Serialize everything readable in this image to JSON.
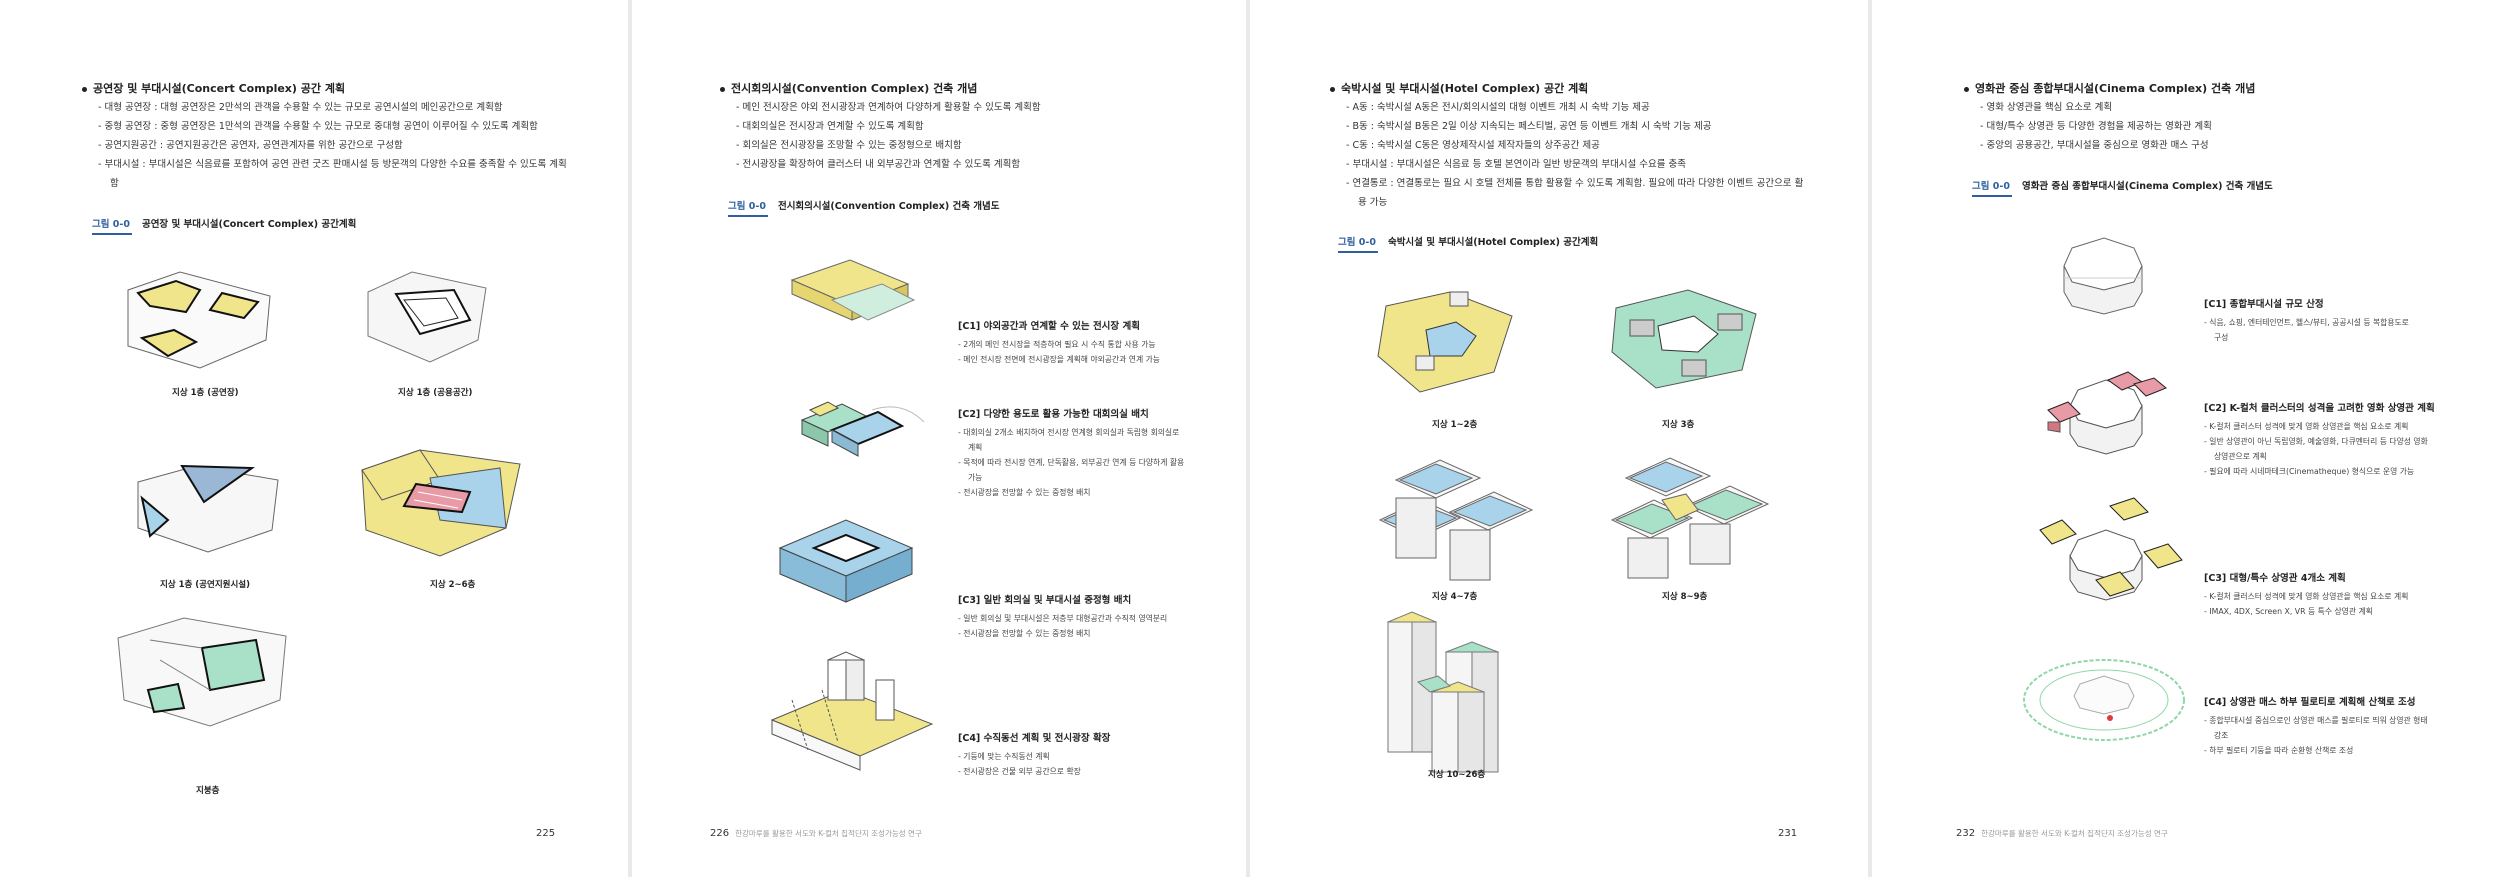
{
  "page1": {
    "section_title": "공연장 및 부대시설(Concert Complex) 공간 계획",
    "bullets": [
      "대형 공연장 : 대형 공연장은 2만석의 관객을 수용할 수 있는 규모로 공연시설의 메인공간으로 계획함",
      "중형 공연장 : 중형 공연장은 1만석의 관객을 수용할 수 있는 규모로 중대형 공연이 이루어질 수 있도록 계획함",
      "공연지원공간 : 공연지원공간은 공연자, 공연관계자를 위한 공간으로 구성함",
      "부대시설 : 부대시설은 식음료를 포함하여 공연 관련 굿즈 판매시설 등 방문객의 다양한 수요를 충족할 수 있도록 계획함"
    ],
    "figure_tag": "그림 0-0",
    "figure_title": "공연장 및 부대시설(Concert Complex) 공간계획",
    "captions": [
      "지상 1층 (공연장)",
      "지상 1층 (공용공간)",
      "지상 1층 (공연지원시설)",
      "지상 2~6층",
      "지붕층"
    ],
    "page_number": "225"
  },
  "page2": {
    "section_title": "전시회의시설(Convention Complex) 건축 개념",
    "bullets": [
      "메인 전시장은 야외 전시광장과 연계하여 다양하게 활용할 수 있도록 계획함",
      "대회의실은 전시장과 연계할 수 있도록 계획함",
      "회의실은 전시광장을 조망할 수 있는 중정형으로 배치함",
      "전시광장을 확장하여 클러스터 내 외부공간과 연계할 수 있도록 계획함"
    ],
    "figure_tag": "그림 0-0",
    "figure_title": "전시회의시설(Convention Complex) 건축 개념도",
    "steps": [
      {
        "head": "[C1] 야외공간과 연계할 수 있는 전시장 계획",
        "items": [
          "2개의 메인 전시장을 적층하여 필요 시 수직 통합 사용 가능",
          "메인 전시장 전면에 전시광장을 계획해 야외공간과 연계 가능"
        ]
      },
      {
        "head": "[C2] 다양한 용도로 활용 가능한 대회의실 배치",
        "items": [
          "대회의실 2개소 배치하여 전시장 연계형 회의실과 독립형 회의실로 계획",
          "목적에 따라 전시장 연계, 단독활용, 외부공간 연계 등 다양하게 활용 가능",
          "전시광장을 전망할 수 있는 중정형 배치"
        ]
      },
      {
        "head": "[C3] 일반 회의실 및 부대시설 중정형 배치",
        "items": [
          "일반 회의실 및 부대시설은 저층부 대형공간과 수직적 영역분리",
          "전시광장을 전망할 수 있는 중정형 배치"
        ]
      },
      {
        "head": "[C4] 수직동선 계획 및 전시광장 확장",
        "items": [
          "기둥에 맞는 수직동선 계획",
          "전시광장은 건물 외부 공간으로 확장"
        ]
      }
    ],
    "footer_number": "226",
    "footer_text": "한강마루를 활용한 서도와 K-컬처 집적단지 조성가능성 연구"
  },
  "page3": {
    "section_title": "숙박시설 및 부대시설(Hotel Complex) 공간 계획",
    "bullets": [
      "A동 : 숙박시설 A동은 전시/회의시설의 대형 이벤트 개최 시 숙박 기능 제공",
      "B동 : 숙박시설 B동은 2일 이상 지속되는 페스티벌, 공연 등 이벤트 개최 시 숙박 기능 제공",
      "C동 : 숙박시설 C동은 영상제작시설 제작자들의 상주공간 제공",
      "부대시설 : 부대시설은 식음료 등 호텔 본연이라 일반 방문객의 부대시설 수요를 충족",
      "연결통로 : 연결통로는 필요 시 호텔 전체를 통합 활용할 수 있도록 계획함. 필요에 따라 다양한 이벤트 공간으로 활용 가능"
    ],
    "figure_tag": "그림 0-0",
    "figure_title": "숙박시설 및 부대시설(Hotel Complex) 공간계획",
    "captions": [
      "지상 1~2층",
      "지상 3층",
      "지상 4~7층",
      "지상 8~9층",
      "지상 10~26층"
    ],
    "page_number": "231"
  },
  "page4": {
    "section_title": "영화관 중심 종합부대시설(Cinema Complex) 건축 개념",
    "bullets": [
      "영화 상영관을 핵심 요소로 계획",
      "대형/특수 상영관 등 다양한 경험을 제공하는 영화관 계획",
      "중앙의 공용공간, 부대시설을 중심으로 영화관 매스 구성"
    ],
    "figure_tag": "그림 0-0",
    "figure_title": "영화관 중심 종합부대시설(Cinema Complex) 건축 개념도",
    "steps": [
      {
        "head": "[C1] 종합부대시설 규모 산정",
        "items": [
          "식음, 쇼핑, 엔터테인먼트, 헬스/뷰티, 공공시설 등 복합용도로 구성"
        ]
      },
      {
        "head": "[C2] K-컬처 클러스터의 성격을 고려한 영화 상영관 계획",
        "items": [
          "K-컬처 클러스터 성격에 맞게 영화 상영관을 핵심 요소로 계획",
          "일반 상영관이 아닌 독립영화, 예술영화, 다큐멘터리 등 다양성 영화 상영관으로 계획",
          "필요에 따라 시네마테크(Cinematheque) 형식으로 운영 가능"
        ]
      },
      {
        "head": "[C3] 대형/특수 상영관 4개소 계획",
        "items": [
          "K-컬처 클러스터 성격에 맞게 영화 상영관을 핵심 요소로 계획",
          "IMAX, 4DX, Screen X, VR 등 특수 상영관 계획"
        ]
      },
      {
        "head": "[C4] 상영관 매스 하부 필로티로 계획해 산책로 조성",
        "items": [
          "종합부대시설 중심으로인 상영관 매스를 필로티로 띄워 상영관 형태 강조",
          "하부 필로티 기둥을 따라 순환형 산책로 조성"
        ]
      }
    ],
    "footer_number": "232",
    "footer_text": "한강마루를 활용한 서도와 K-컬처 집적단지 조성가능성 연구"
  },
  "colors": {
    "yellow": "#f1e58b",
    "blue": "#a9d3ea",
    "green": "#a8e0c8",
    "red": "#e89aa6",
    "accent": "#2f5f9e"
  }
}
